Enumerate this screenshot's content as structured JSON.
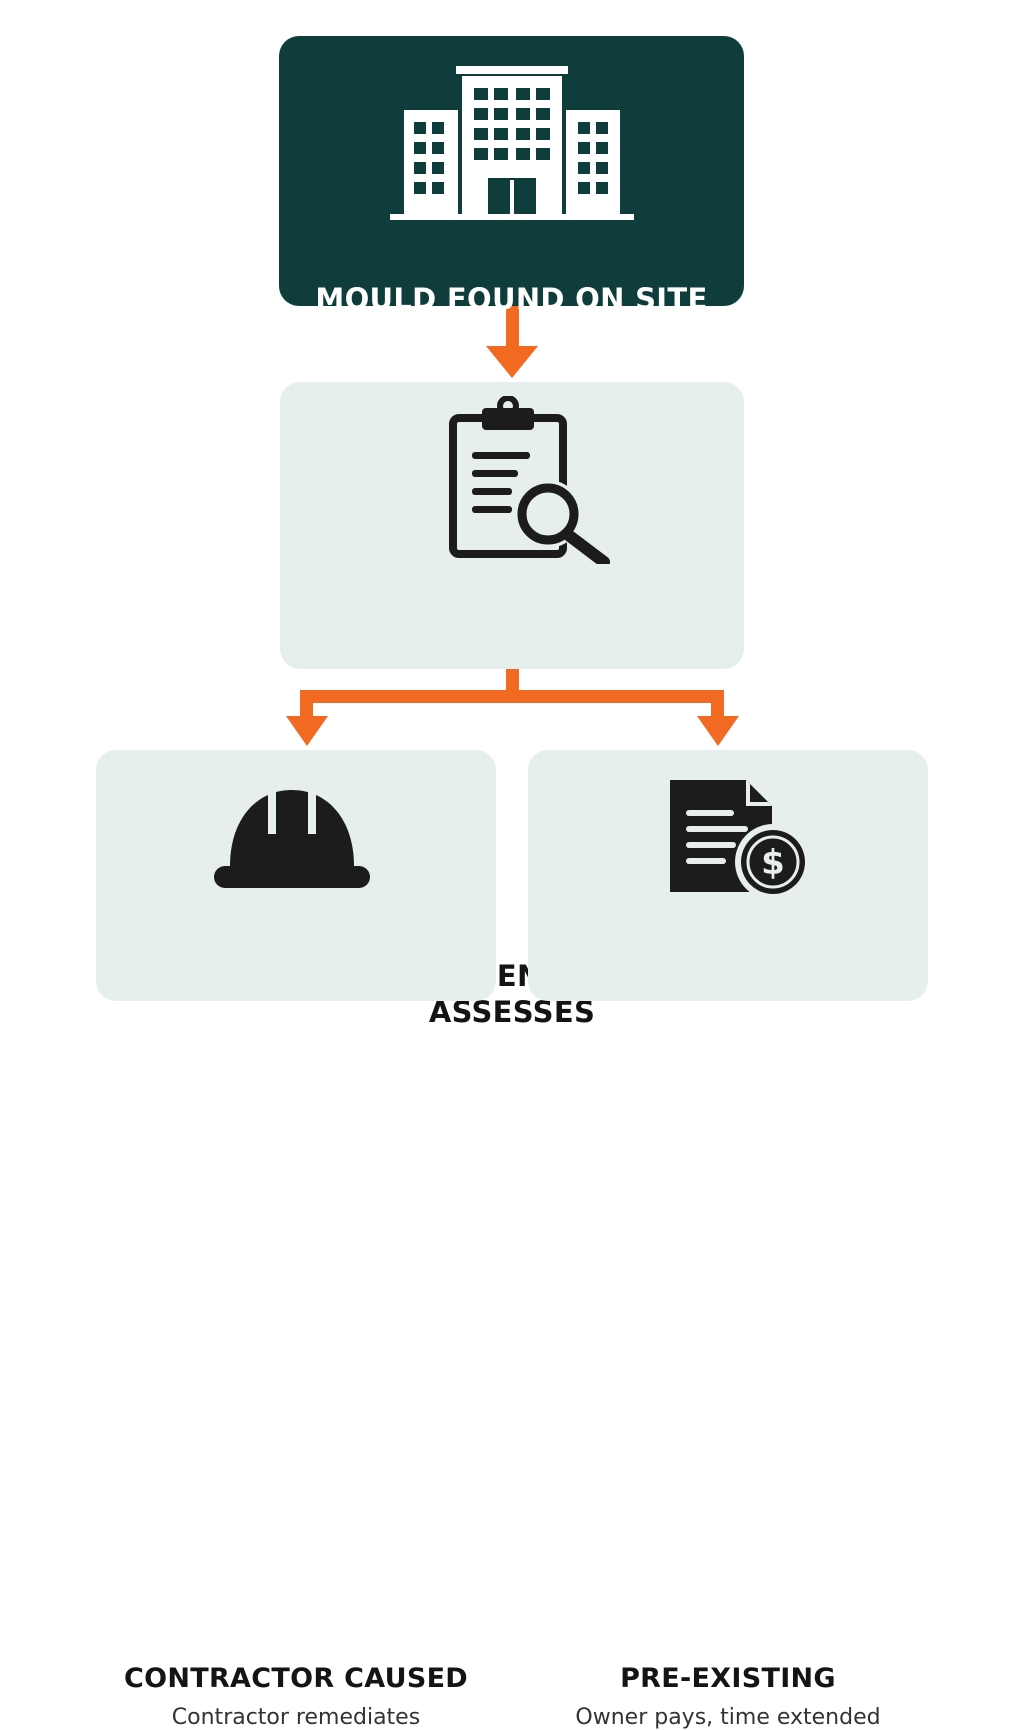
{
  "nodes": {
    "top": {
      "title": "MOULD FOUND ON SITE",
      "icon": "office-building-icon"
    },
    "middle": {
      "title_line1": "INDEPENDENT EXPERT",
      "title_line2": "ASSESSES",
      "icon": "clipboard-magnifier-icon"
    },
    "left": {
      "title": "CONTRACTOR CAUSED",
      "subtitle": "Contractor remediates",
      "icon": "hard-hat-icon"
    },
    "right": {
      "title": "PRE-EXISTING",
      "subtitle": "Owner pays, time extended",
      "icon": "invoice-dollar-icon"
    }
  },
  "colors": {
    "top_box": "#0f3d3b",
    "light_box": "#e6efee",
    "arrow": "#f26a21",
    "icon_dark": "#1c1c1c"
  }
}
